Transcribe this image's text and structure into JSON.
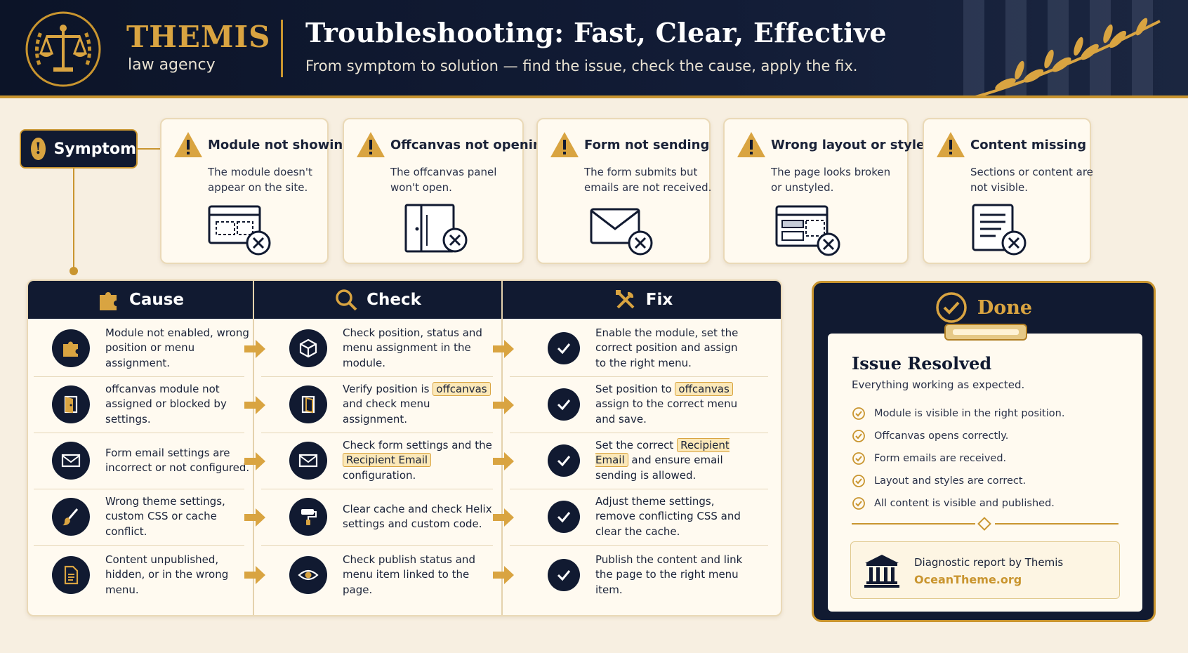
{
  "brand": {
    "name": "THEMIS",
    "sub": "law agency"
  },
  "header": {
    "title": "Troubleshooting: Fast, Clear, Effective",
    "subtitle": "From symptom to solution — find the issue, check the cause, apply the fix."
  },
  "symptom_label": "Symptom",
  "symptoms": [
    {
      "title": "Module not showing",
      "desc": "The module doesn't appear on the site.",
      "illus": "window-broken-icon"
    },
    {
      "title": "Offcanvas not opening",
      "desc": "The offcanvas panel won't open.",
      "illus": "door-panel-icon"
    },
    {
      "title": "Form not sending",
      "desc": "The form submits but emails are not received.",
      "illus": "envelope-icon"
    },
    {
      "title": "Wrong layout or style",
      "desc": "The page looks broken or unstyled.",
      "illus": "layout-broken-icon"
    },
    {
      "title": "Content missing",
      "desc": "Sections or content are not visible.",
      "illus": "document-icon"
    }
  ],
  "table": {
    "headers": {
      "cause": "Cause",
      "check": "Check",
      "fix": "Fix"
    },
    "rows": [
      {
        "cause_icon": "puzzle-icon",
        "cause": "Module not enabled, wrong position or menu assignment.",
        "check_icon": "box-icon",
        "check": "Check position, status and menu assignment in the module.",
        "fix": "Enable the module, set the correct position and assign to the right menu."
      },
      {
        "cause_icon": "door-icon",
        "cause": "offcanvas module not assigned or blocked by settings.",
        "check_icon": "door-icon",
        "check_pre": "Verify position is ",
        "check_hl": "offcanvas",
        "check_post": " and check menu assignment.",
        "fix_pre": "Set position to ",
        "fix_hl": "offcanvas",
        "fix_post": " assign to the correct menu and save."
      },
      {
        "cause_icon": "envelope-icon",
        "cause": "Form email settings are incorrect or not configured.",
        "check_icon": "envelope-icon",
        "check_pre": "Check form settings and the ",
        "check_hl": "Recipient Email",
        "check_post": " configuration.",
        "fix_pre": "Set the correct ",
        "fix_hl": "Recipient Email",
        "fix_post": " and ensure email sending is allowed."
      },
      {
        "cause_icon": "brush-icon",
        "cause": "Wrong theme settings, custom CSS or cache conflict.",
        "check_icon": "paint-roller-icon",
        "check": "Clear cache and check Helix settings and custom code.",
        "fix": "Adjust theme settings, remove conflicting CSS and clear the cache."
      },
      {
        "cause_icon": "file-icon",
        "cause": "Content unpublished, hidden, or in the wrong menu.",
        "check_icon": "eye-icon",
        "check": "Check publish status and menu item linked to the page.",
        "fix": "Publish the content and link the page to the right menu item."
      }
    ]
  },
  "done": {
    "label": "Done",
    "title": "Issue Resolved",
    "subtitle": "Everything working as expected.",
    "checklist": [
      "Module is visible in the right position.",
      "Offcanvas opens correctly.",
      "Form emails are received.",
      "Layout and styles are correct.",
      "All content is visible and published."
    ],
    "report_line1": "Diagnostic report by Themis",
    "report_line2": "OceanTheme.org"
  },
  "colors": {
    "navy": "#111a31",
    "gold": "#c9952f",
    "cream": "#f7efe1"
  }
}
